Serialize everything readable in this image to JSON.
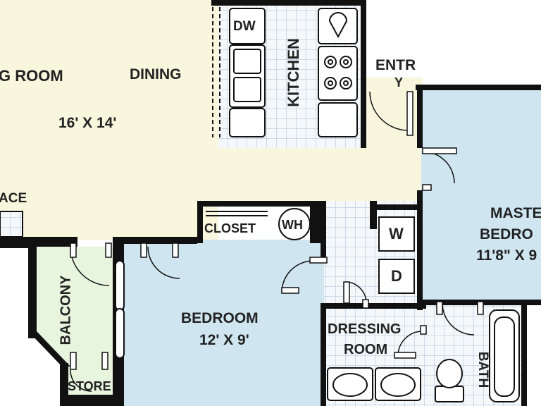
{
  "rooms": {
    "living_room": {
      "label": "G ROOM"
    },
    "dining": {
      "label": "DINING",
      "dimensions": "16' X 14'"
    },
    "kitchen": {
      "label": "KITCHEN"
    },
    "entry": {
      "label": "ENTR",
      "label_cont": "Y"
    },
    "master_bedroom": {
      "label_line1": "MASTE",
      "label_line2": "BEDRO",
      "dimensions": "11'8\" X 9"
    },
    "fireplace": {
      "label": "ACE"
    },
    "closet": {
      "label": "CLOSET"
    },
    "water_heater": {
      "label": "WH"
    },
    "bedroom": {
      "label": "BEDROOM",
      "dimensions": "12' X 9'"
    },
    "balcony": {
      "label": "BALCONY"
    },
    "store": {
      "label": "STORE"
    },
    "dressing_room": {
      "label_line1": "DRESSING",
      "label_line2": "ROOM"
    },
    "bath": {
      "label": "BATH"
    }
  },
  "appliances": {
    "dishwasher": "DW",
    "washer": "W",
    "dryer": "D"
  },
  "colors": {
    "living": "#f8f7de",
    "bedroom": "#cfe6f1",
    "balcony": "#e7f5df",
    "tile": "#f4f8fb",
    "tile_grid": "#aabed4",
    "wall": "#111111"
  }
}
